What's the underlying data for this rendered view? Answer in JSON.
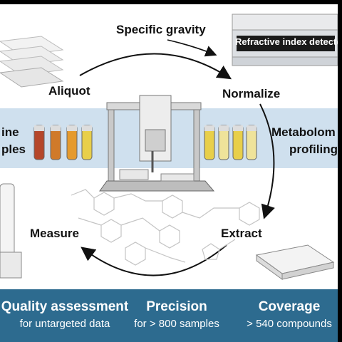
{
  "labels": {
    "specific_gravity": "Specific gravity",
    "refractive_index": "Refractive index detector",
    "aliquot": "Aliquot",
    "normalize": "Normalize",
    "urine_samples_l1": "ine",
    "urine_samples_l2": "ples",
    "metabolomic_l1": "Metabolom",
    "metabolomic_l2": "profiling",
    "measure": "Measure",
    "extract": "Extract"
  },
  "footer": {
    "quality_title": "Quality assessment",
    "quality_sub": "for untargeted data",
    "precision_title": "Precision",
    "precision_sub": "for > 800 samples",
    "coverage_title": "Coverage",
    "coverage_sub": "> 540 compounds"
  },
  "colors": {
    "band": "#cfe0ee",
    "footer": "#2d6b8f",
    "tube_dark": "#b5472a",
    "tube_orange": "#e59a2d",
    "tube_yellow": "#e8cf4a",
    "tube_pale": "#efe39a"
  }
}
